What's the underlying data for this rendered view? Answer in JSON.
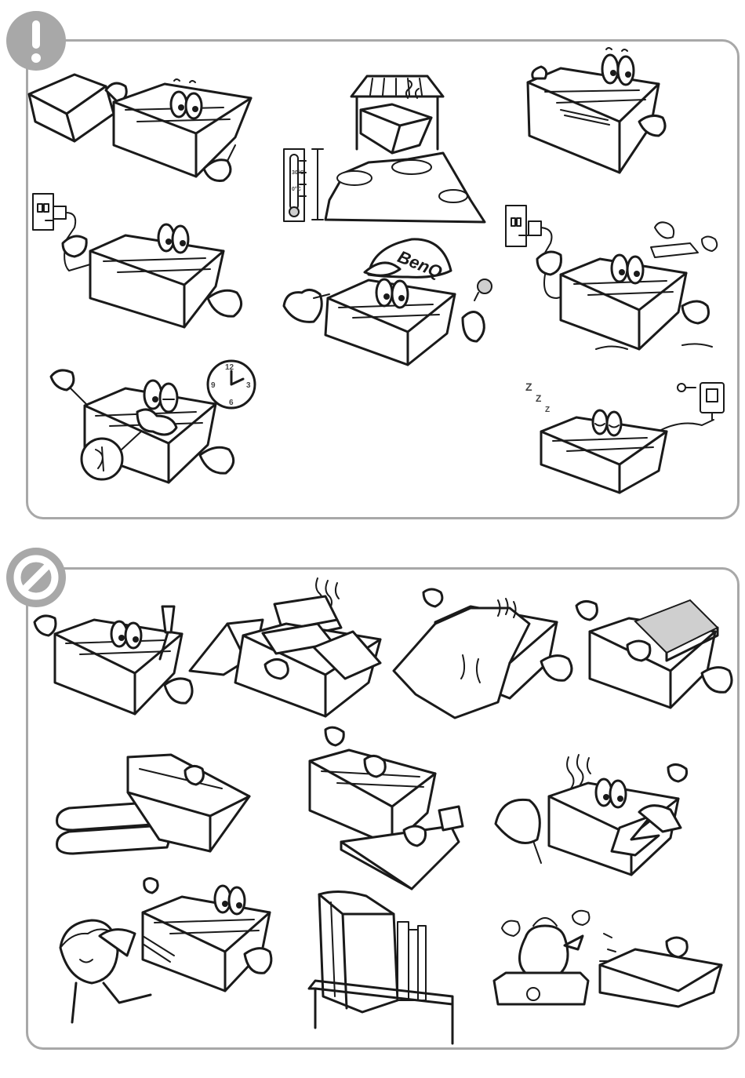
{
  "clock": {
    "n12": "12",
    "n3": "3",
    "n6": "6",
    "n9": "9"
  },
  "thermometer": {
    "upper": "30°C",
    "lower": "0°C"
  },
  "cap": {
    "brand": "BenQ"
  },
  "sleep": {
    "z1": "Z",
    "z2": "Z",
    "z3": "Z"
  },
  "colors": {
    "panel_border": "#a8a8a8",
    "badge": "#a8a8a8",
    "line": "#1a1a1a"
  },
  "icons": {
    "do_badge": "exclamation-icon",
    "dont_badge": "prohibition-icon"
  }
}
